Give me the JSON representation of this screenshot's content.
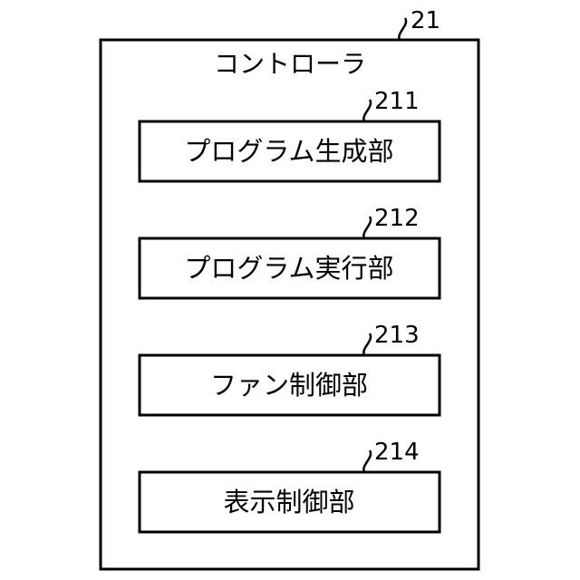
{
  "controller": {
    "ref": "21",
    "title": "コントローラ"
  },
  "blocks": [
    {
      "ref": "211",
      "label": "プログラム生成部"
    },
    {
      "ref": "212",
      "label": "プログラム実行部"
    },
    {
      "ref": "213",
      "label": "ファン制御部"
    },
    {
      "ref": "214",
      "label": "表示制御部"
    }
  ],
  "colors": {
    "stroke": "#000000",
    "background": "#ffffff"
  }
}
